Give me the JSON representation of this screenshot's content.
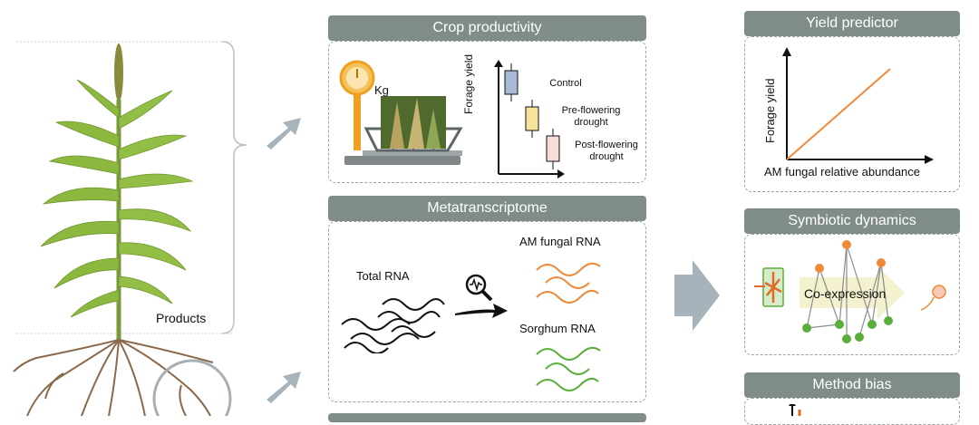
{
  "plant": {
    "products_label": "Products"
  },
  "crop_productivity": {
    "title": "Crop productivity",
    "scale_unit": "Kg",
    "y_axis_label": "Forage yield",
    "treatments": [
      {
        "label": "Control",
        "color": "#a9b9d6"
      },
      {
        "label": "Pre-flowering drought",
        "color": "#f6e49c"
      },
      {
        "label": "Post-flowering drought",
        "color": "#f8dcd8"
      }
    ]
  },
  "metatranscriptome": {
    "title": "Metatranscriptome",
    "total_rna_label": "Total RNA",
    "am_fungal_rna_label": "AM fungal RNA",
    "sorghum_rna_label": "Sorghum RNA",
    "colors": {
      "fungal": "#ef8a3a",
      "sorghum": "#5aae3c",
      "total": "#111111"
    }
  },
  "yield_predictor": {
    "title": "Yield predictor",
    "y_axis_label": "Forage yield",
    "x_axis_label": "AM fungal relative abundance",
    "line_color": "#ef8a3a"
  },
  "symbiotic_dynamics": {
    "title": "Symbiotic dynamics",
    "arrow_label": "Co-expression"
  },
  "method_bias": {
    "title": "Method bias"
  },
  "colors": {
    "header_bg": "#7f8c8a",
    "arrow": "#a7b3ba"
  }
}
